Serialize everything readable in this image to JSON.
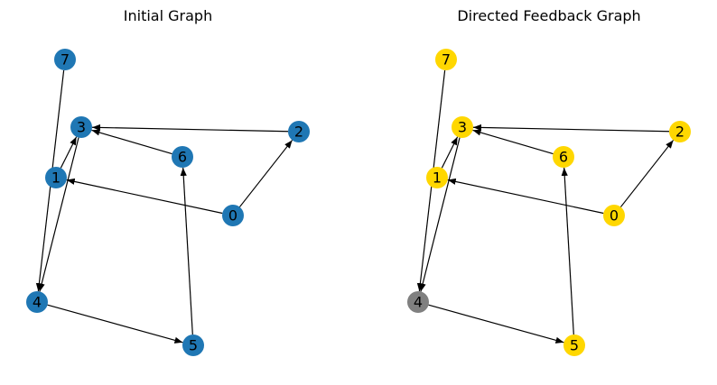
{
  "panels": [
    {
      "title": "Initial Graph",
      "default_color": "#1f77b4",
      "node_colors": {}
    },
    {
      "title": "Directed Feedback Graph",
      "default_color": "#ffd700",
      "node_colors": {
        "4": "#808080"
      }
    }
  ],
  "nodes": [
    "0",
    "1",
    "2",
    "3",
    "4",
    "5",
    "6",
    "7"
  ],
  "edges": [
    [
      "0",
      "1"
    ],
    [
      "0",
      "2"
    ],
    [
      "2",
      "3"
    ],
    [
      "6",
      "3"
    ],
    [
      "1",
      "3"
    ],
    [
      "3",
      "4"
    ],
    [
      "7",
      "4"
    ],
    [
      "4",
      "5"
    ],
    [
      "5",
      "6"
    ]
  ],
  "colors": {
    "edge": "#000000",
    "label": "#000000"
  }
}
